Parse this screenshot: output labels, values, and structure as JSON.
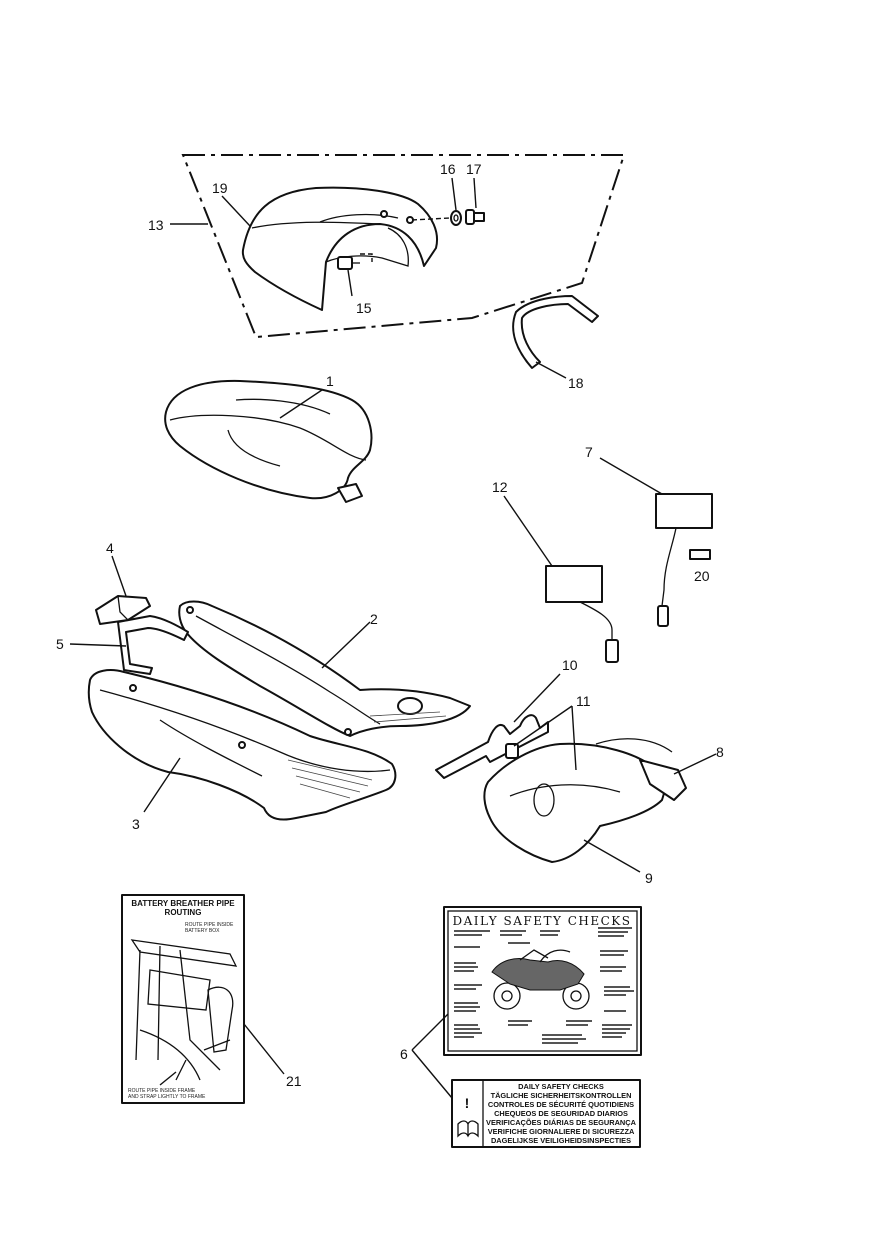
{
  "callouts": {
    "c1": "1",
    "c2": "2",
    "c3": "3",
    "c4": "4",
    "c5": "5",
    "c6": "6",
    "c7": "7",
    "c8": "8",
    "c9": "9",
    "c10": "10",
    "c11": "11",
    "c12": "12",
    "c13": "13",
    "c15": "15",
    "c16": "16",
    "c17": "17",
    "c18": "18",
    "c19": "19",
    "c20": "20",
    "c21": "21"
  },
  "battery_label": {
    "title_line1": "BATTERY BREATHER PIPE",
    "title_line2": "ROUTING",
    "note_top_line1": "ROUTE PIPE INSIDE",
    "note_top_line2": "BATTERY BOX",
    "note_bottom_line1": "ROUTE PIPE INSIDE FRAME",
    "note_bottom_line2": "AND STRAP LIGHTLY TO FRAME"
  },
  "daily_checks_label": {
    "title": "DAILY SAFETY CHECKS"
  },
  "multilingual_label": {
    "symbol": "!",
    "lines": [
      "DAILY SAFETY CHECKS",
      "TÄGLICHE SICHERHEITSKONTROLLEN",
      "CONTROLES DE SÉCURITÉ QUOTIDIENS",
      "CHEQUEOS DE SEGURIDAD DIARIOS",
      "VERIFICAÇÕES DIÁRIAS DE SEGURANÇA",
      "VERIFICHE GIORNALIERE DI SICUREZZA",
      "DAGELIJKSE VEILIGHEIDSINSPECTIES"
    ]
  }
}
